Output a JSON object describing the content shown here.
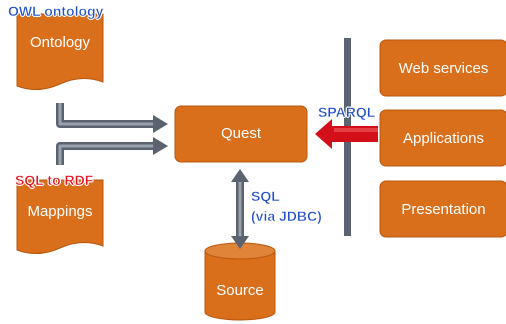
{
  "colors": {
    "node_fill": "#D96E1B",
    "node_stroke": "#B85810",
    "bar": "#5A6372",
    "blue_text": "#1F4EC8",
    "red_text": "#E0101E",
    "sparql_arrow": "#D3101A",
    "gray_arrow": "#6B7380"
  },
  "nodes": {
    "ontology": "Ontology",
    "mappings": "Mappings",
    "quest": "Quest",
    "source": "Source",
    "web_services": "Web services",
    "applications": "Applications",
    "presentation": "Presentation"
  },
  "annotations": {
    "owl_ontology": "OWL ontology",
    "sql_to_rdf": "SQL to RDF",
    "sparql": "SPARQL",
    "sql_line1": "SQL",
    "sql_line2": "(via JDBC)"
  }
}
